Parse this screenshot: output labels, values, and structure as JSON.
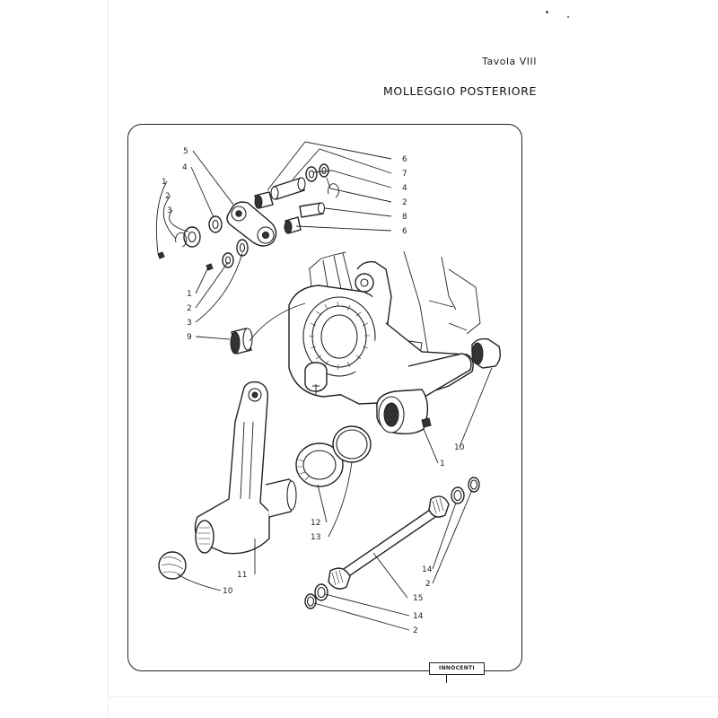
{
  "header": {
    "plate": "Tavola VIII",
    "title": "MOLLEGGIO POSTERIORE"
  },
  "diagram": {
    "callouts": [
      {
        "label": "5"
      },
      {
        "label": "4"
      },
      {
        "label": "1"
      },
      {
        "label": "2"
      },
      {
        "label": "3"
      },
      {
        "label": "6"
      },
      {
        "label": "7"
      },
      {
        "label": "4"
      },
      {
        "label": "2"
      },
      {
        "label": "8"
      },
      {
        "label": "6"
      },
      {
        "label": "1"
      },
      {
        "label": "2"
      },
      {
        "label": "3"
      },
      {
        "label": "9"
      },
      {
        "label": "10"
      },
      {
        "label": "1"
      },
      {
        "label": "12"
      },
      {
        "label": "13"
      },
      {
        "label": "11"
      },
      {
        "label": "10"
      },
      {
        "label": "14"
      },
      {
        "label": "2"
      },
      {
        "label": "15"
      },
      {
        "label": "14"
      },
      {
        "label": "2"
      }
    ]
  },
  "footer": {
    "brand": "INNOCENTI"
  }
}
